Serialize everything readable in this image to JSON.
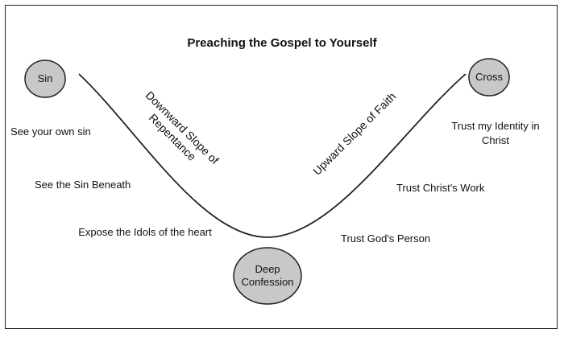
{
  "title": "Preaching the Gospel to Yourself",
  "nodes": {
    "sin": "Sin",
    "cross": "Cross",
    "deep_confession": "Deep Confession"
  },
  "slopes": {
    "downward": "Downward Slope of Repentance",
    "upward": "Upward Slope of Faith"
  },
  "left_steps": [
    "See your own sin",
    "See the Sin Beneath",
    "Expose the Idols of the heart"
  ],
  "right_steps": [
    "Trust my Identity in Christ",
    "Trust Christ's Work",
    "Trust God's Person"
  ],
  "colors": {
    "node_fill": "#c8c8c8",
    "stroke": "#222222"
  }
}
